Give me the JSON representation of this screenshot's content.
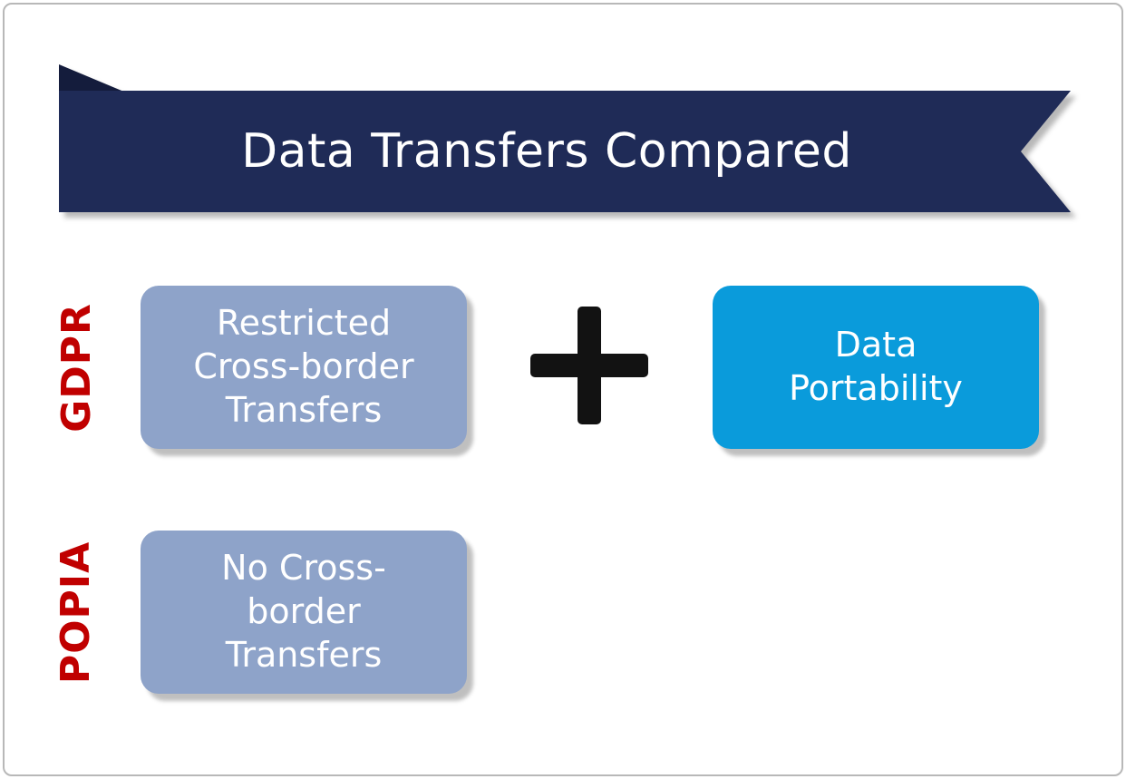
{
  "page": {
    "title": "Data Transfers Compared"
  },
  "rows": [
    {
      "label": "GDPR",
      "left_box": "Restricted Cross-border Transfers",
      "operator_icon": "plus-icon",
      "right_box": "Data Portability"
    },
    {
      "label": "POPIA",
      "left_box": "No Cross-border Transfers"
    }
  ],
  "colors": {
    "banner": "#1f2b57",
    "banner_fold": "#141c3c",
    "muted_box": "#8ea3c9",
    "accent_box": "#0a9bdb",
    "label_red": "#c00000",
    "plus_black": "#121212",
    "border_gray": "#b8b8b8"
  }
}
